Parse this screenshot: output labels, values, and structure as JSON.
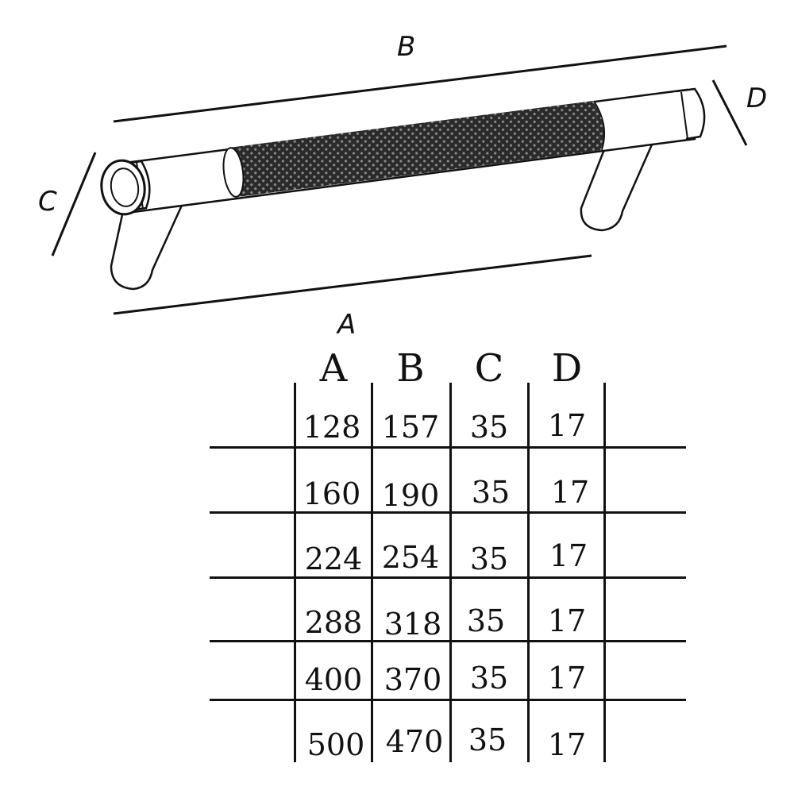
{
  "drawing": {
    "labels": {
      "A": "A",
      "B": "B",
      "C": "C",
      "D": "D"
    }
  },
  "table": {
    "headers": [
      "A",
      "B",
      "C",
      "D"
    ],
    "rows": [
      [
        "128",
        "157",
        "35",
        "17"
      ],
      [
        "160",
        "190",
        "35",
        "17"
      ],
      [
        "224",
        "254",
        "35",
        "17"
      ],
      [
        "288",
        "318",
        "35",
        "17"
      ],
      [
        "400",
        "370",
        "35",
        "17"
      ],
      [
        "500",
        "470",
        "35",
        "17"
      ]
    ]
  },
  "colors": {
    "line": "#111111",
    "knurl": "#1a1a1a",
    "metal": "#ffffff"
  }
}
